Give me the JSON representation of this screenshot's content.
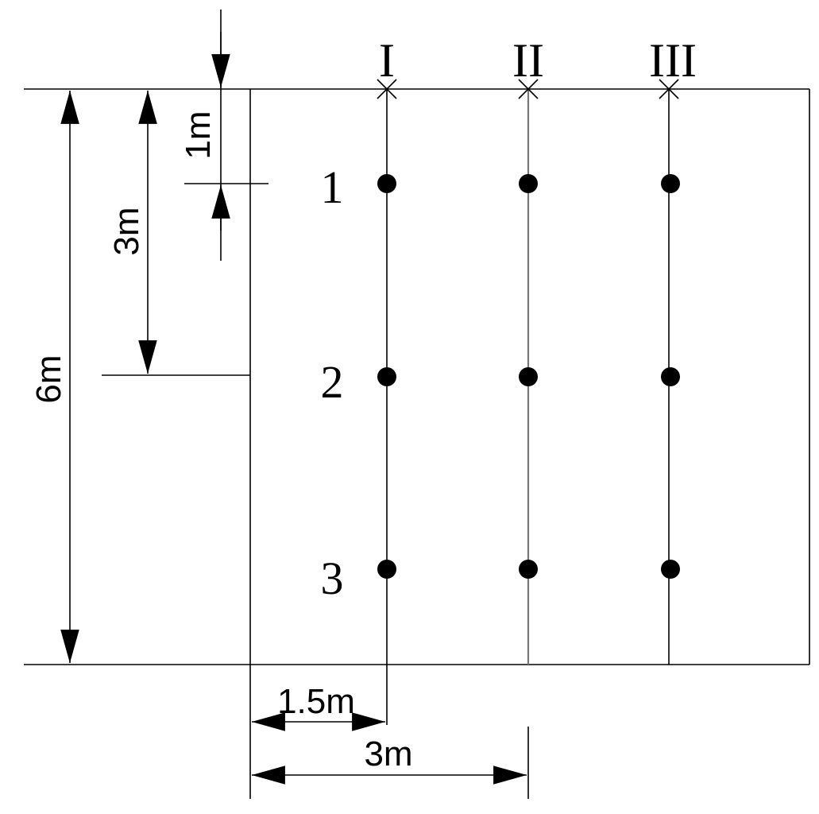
{
  "columns": {
    "I": "I",
    "II": "II",
    "III": "III"
  },
  "rows": {
    "r1": "1",
    "r2": "2",
    "r3": "3"
  },
  "dimensions": {
    "total_depth": "6m",
    "depth_to_mid": "3m",
    "depth_to_first": "1m",
    "offset_first_column": "1.5m",
    "offset_second_column": "3m"
  }
}
